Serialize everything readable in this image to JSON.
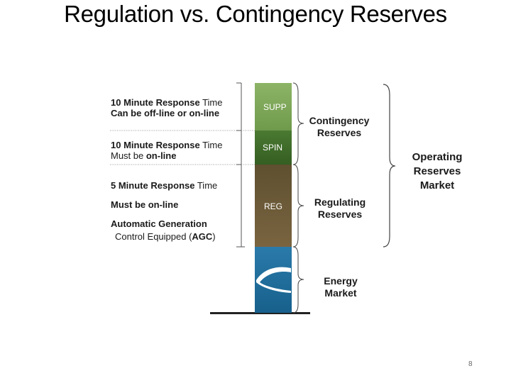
{
  "slide": {
    "title": "Regulation vs. Contingency Reserves",
    "page_number": "8"
  },
  "diagram": {
    "blocks": {
      "supp": "SUPP",
      "spin": "SPIN",
      "reg": "REG"
    },
    "left_labels": {
      "supp_line1_bold": "10 Minute Response",
      "supp_line1_rest": " Time",
      "supp_line2": "Can be off-line or on-line",
      "spin_line1_bold": "10 Minute Response",
      "spin_line1_rest": " Time",
      "spin_line2_prefix": "Must be ",
      "spin_line2_bold": "on-line",
      "reg_line1_bold": "5 Minute Response",
      "reg_line1_rest": " Time",
      "reg_line2": "Must be on-line",
      "reg_line3": "Automatic Generation",
      "reg_line4_prefix": "Control Equipped (",
      "reg_line4_bold": "AGC",
      "reg_line4_suffix": ")"
    },
    "right_labels": {
      "contingency_line1": "Contingency",
      "contingency_line2": "Reserves",
      "regulating_line1": "Regulating",
      "regulating_line2": "Reserves",
      "energy_line1": "Energy",
      "energy_line2": "Market",
      "operating_line1": "Operating",
      "operating_line2": "Reserves",
      "operating_line3": "Market"
    },
    "colors": {
      "supp": "#7ea45a",
      "spin": "#3e6a2a",
      "reg": "#6e5a38",
      "energy": "#1f6f9e"
    }
  }
}
